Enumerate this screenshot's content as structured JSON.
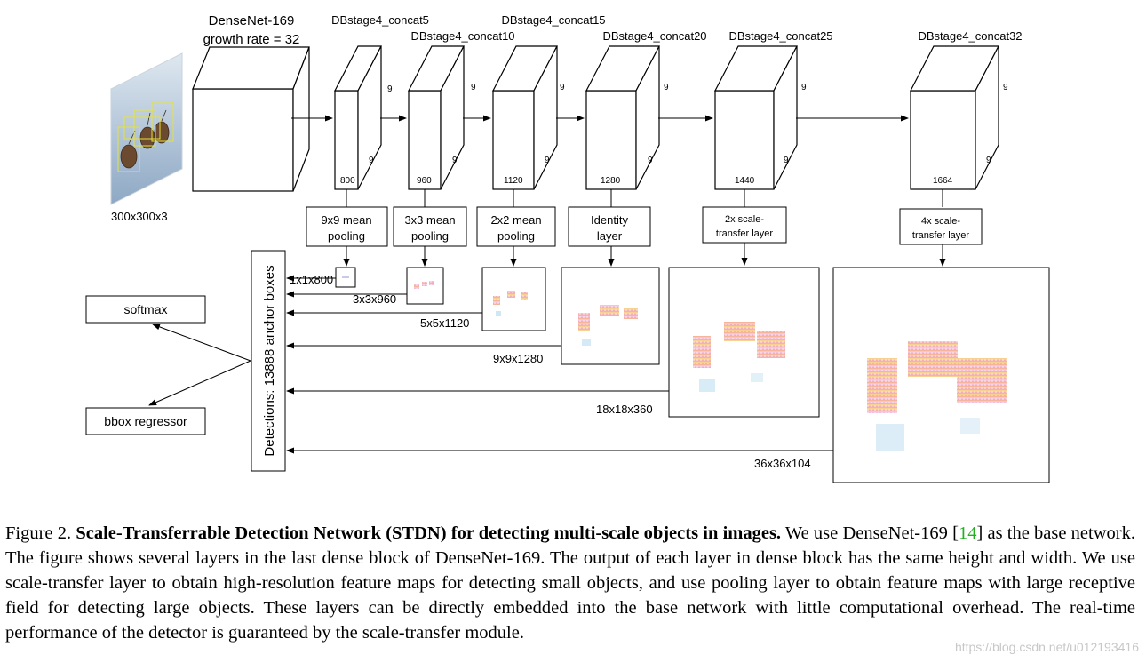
{
  "diagram": {
    "input_size": "300x300x3",
    "base": {
      "line1": "DenseNet-169",
      "line2": "growth rate = 32"
    },
    "stages": [
      {
        "name": "DBstage4_concat5",
        "depth": "800",
        "dim": "9"
      },
      {
        "name": "DBstage4_concat10",
        "depth": "960",
        "dim": "9"
      },
      {
        "name": "DBstage4_concat15",
        "depth": "1120",
        "dim": "9"
      },
      {
        "name": "DBstage4_concat20",
        "depth": "1280",
        "dim": "9"
      },
      {
        "name": "DBstage4_concat25",
        "depth": "1440",
        "dim": "9"
      },
      {
        "name": "DBstage4_concat32",
        "depth": "1664",
        "dim": "9"
      }
    ],
    "ops": [
      {
        "line1": "9x9 mean",
        "line2": "pooling"
      },
      {
        "line1": "3x3 mean",
        "line2": "pooling"
      },
      {
        "line1": "2x2 mean",
        "line2": "pooling"
      },
      {
        "line1": "Identity",
        "line2": "layer"
      },
      {
        "line1": "2x scale-",
        "line2": "transfer layer"
      },
      {
        "line1": "4x scale-",
        "line2": "transfer layer"
      }
    ],
    "maps": [
      "1x1x800",
      "3x3x960",
      "5x5x1120",
      "9x9x1280",
      "18x18x360",
      "36x36x104"
    ],
    "detections": "Detections: 13888 anchor boxes",
    "softmax": "softmax",
    "bbox": "bbox regressor"
  },
  "caption": {
    "prefix": "Figure 2. ",
    "bold": "Scale-Transferrable Detection Network (STDN) for detecting multi-scale objects in images.",
    "text1": " We use DenseNet-169 [",
    "cite": "14",
    "text2": "] as the base network. The figure shows several layers in the last dense block of DenseNet-169. The output of each layer in dense block has the same height and width. We use scale-transfer layer to obtain high-resolution feature maps for detecting small objects, and use pooling layer to obtain feature maps with large receptive field for detecting large objects. These layers can be directly embedded into the base network with little computational overhead. The real-time performance of the detector is guaranteed by the scale-transfer module."
  },
  "watermark": "https://blog.csdn.net/u012193416"
}
